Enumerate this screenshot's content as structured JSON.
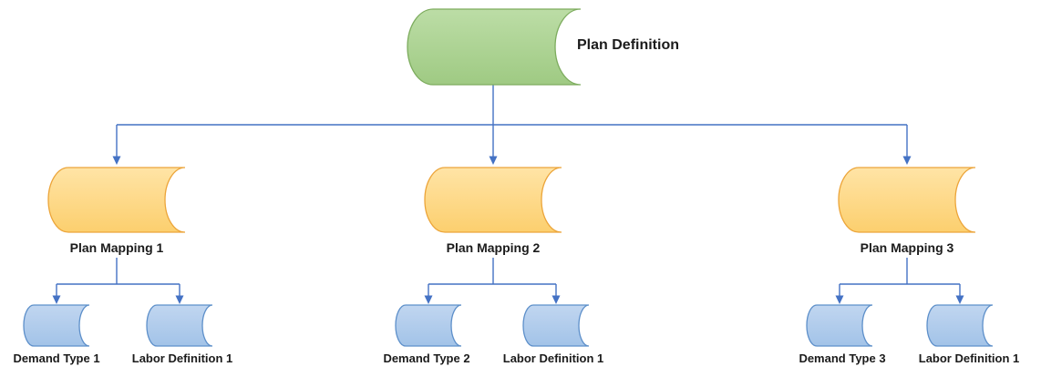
{
  "diagram": {
    "type": "flowchart-hierarchy",
    "shape_style": "stored-data",
    "background": "#ffffff",
    "colors": {
      "connector": "#4472c4",
      "root_fill": "#a9d18e",
      "root_stroke": "#7dac5e",
      "mapping_fill": "#fdd77e",
      "mapping_stroke": "#eca53a",
      "leaf_fill": "#aac8e9",
      "leaf_stroke": "#5e90ca",
      "label_text": "#1b1b1b"
    },
    "nodes": {
      "plan_definition": {
        "label": "Plan Definition",
        "level": "root",
        "color": "green"
      },
      "plan_mapping_1": {
        "label": "Plan Mapping 1",
        "level": "mapping",
        "color": "orange"
      },
      "plan_mapping_2": {
        "label": "Plan Mapping 2",
        "level": "mapping",
        "color": "orange"
      },
      "plan_mapping_3": {
        "label": "Plan Mapping 3",
        "level": "mapping",
        "color": "orange"
      },
      "demand_type_1": {
        "label": "Demand Type 1",
        "level": "leaf",
        "color": "blue"
      },
      "labor_definition_1_left": {
        "label": "Labor Definition 1",
        "level": "leaf",
        "color": "blue"
      },
      "demand_type_2": {
        "label": "Demand Type 2",
        "level": "leaf",
        "color": "blue"
      },
      "labor_definition_1_middle": {
        "label": "Labor Definition 1",
        "level": "leaf",
        "color": "blue"
      },
      "demand_type_3": {
        "label": "Demand Type 3",
        "level": "leaf",
        "color": "blue"
      },
      "labor_definition_1_right": {
        "label": "Labor Definition 1",
        "level": "leaf",
        "color": "blue"
      }
    },
    "edges": [
      {
        "from": "plan_definition",
        "to": "plan_mapping_1"
      },
      {
        "from": "plan_definition",
        "to": "plan_mapping_2"
      },
      {
        "from": "plan_definition",
        "to": "plan_mapping_3"
      },
      {
        "from": "plan_mapping_1",
        "to": "demand_type_1"
      },
      {
        "from": "plan_mapping_1",
        "to": "labor_definition_1_left"
      },
      {
        "from": "plan_mapping_2",
        "to": "demand_type_2"
      },
      {
        "from": "plan_mapping_2",
        "to": "labor_definition_1_middle"
      },
      {
        "from": "plan_mapping_3",
        "to": "demand_type_3"
      },
      {
        "from": "plan_mapping_3",
        "to": "labor_definition_1_right"
      }
    ]
  }
}
